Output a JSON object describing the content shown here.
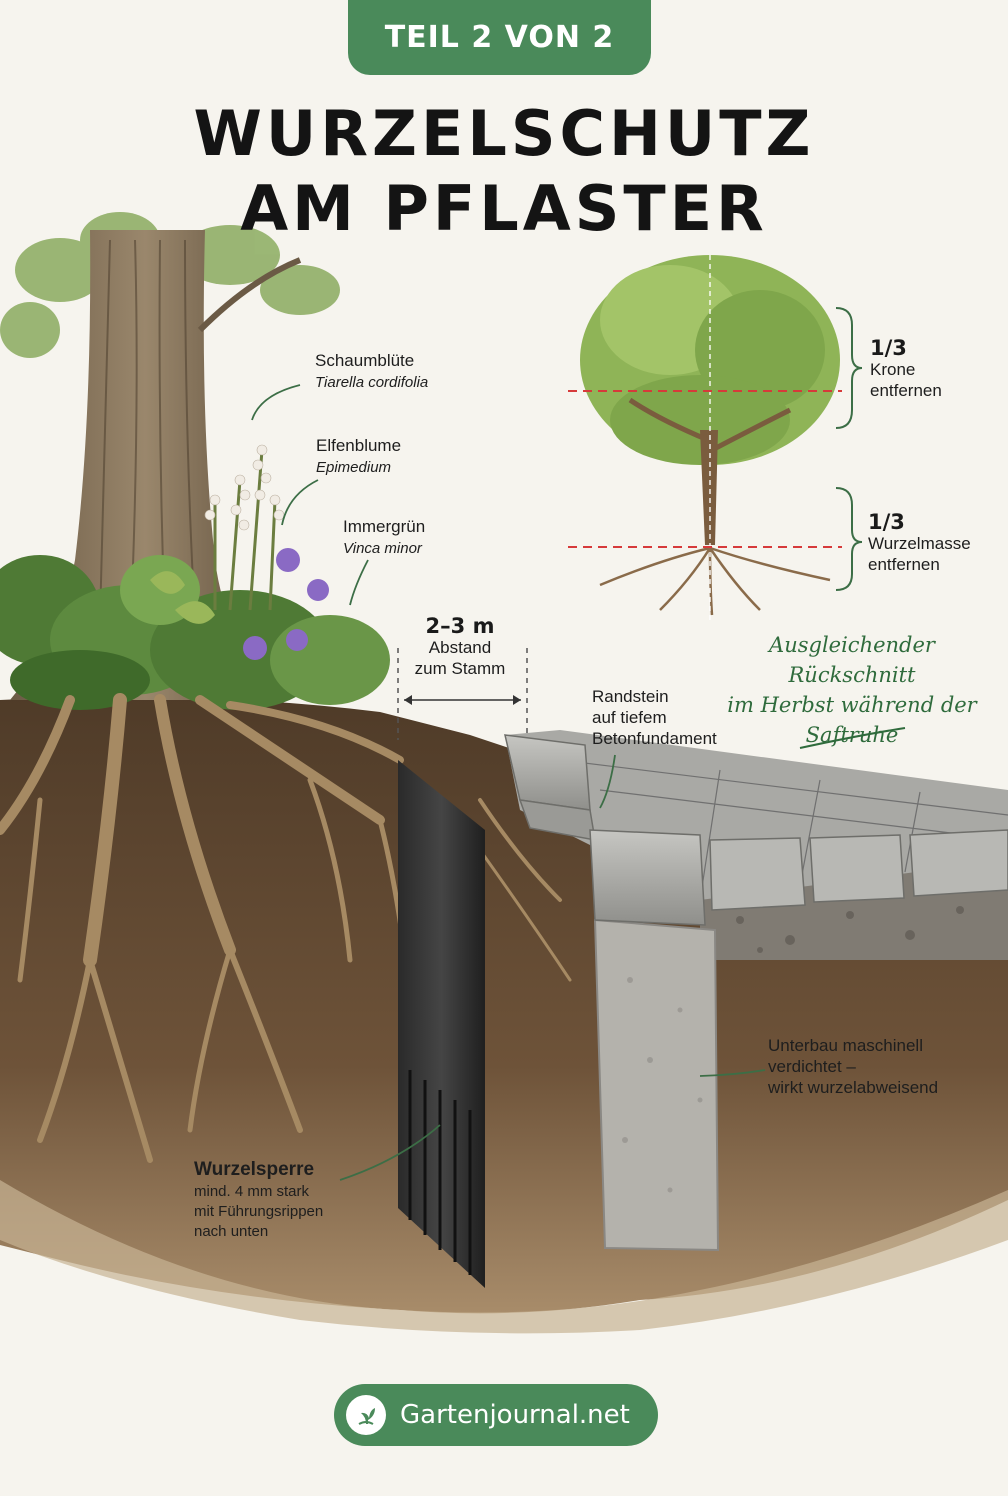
{
  "badge": "TEIL 2 VON 2",
  "title": {
    "line1": "WURZELSCHUTZ",
    "line2": "AM PFLASTER"
  },
  "plants": [
    {
      "name": "Schaumblüte",
      "latin": "Tiarella cordifolia"
    },
    {
      "name": "Elfenblume",
      "latin": "Epimedium"
    },
    {
      "name": "Immergrün",
      "latin": "Vinca minor"
    }
  ],
  "distance": {
    "value": "2–3 m",
    "line1": "Abstand",
    "line2": "zum Stamm"
  },
  "pruning": {
    "crown": {
      "fraction": "1/3",
      "line1": "Krone",
      "line2": "entfernen"
    },
    "roots": {
      "fraction": "1/3",
      "line1": "Wurzelmasse",
      "line2": "entfernen"
    },
    "note": {
      "line1": "Ausgleichender Rückschnitt",
      "line2": "im Herbst während der",
      "line3": "Saftruhe"
    }
  },
  "curb": {
    "line1": "Randstein",
    "line2": "auf tiefem",
    "line3": "Betonfundament"
  },
  "base": {
    "line1": "Unterbau maschinell",
    "line2": "verdichtet –",
    "line3": "wirkt wurzelabweisend"
  },
  "barrier": {
    "title": "Wurzelsperre",
    "line1": "mind. 4 mm stark",
    "line2": "mit Führungsrippen",
    "line3": "nach unten"
  },
  "footer": "Gartenjournal.net",
  "colors": {
    "brand": "#4a8a5a",
    "accent_text": "#2f6b3c",
    "cut_line": "#d63a3a",
    "soil": "#6e5339",
    "title": "#141414"
  }
}
